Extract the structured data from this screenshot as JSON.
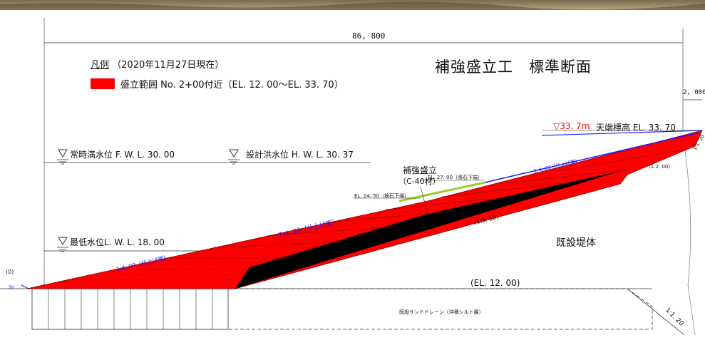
{
  "title": "補強盛立工　標準断面",
  "legend": {
    "heading": "凡例",
    "date": "（2020年11月27日現在）",
    "item_label": "盛立範囲 No. 2+00付近（EL. 12. 00～EL. 33. 70）",
    "item_color": "#ff0000"
  },
  "dimensions": {
    "overall_width": "86, 800",
    "top_width": "2, 000"
  },
  "water_levels": {
    "normal": "常時満水位 F. W. L. 30. 00",
    "design_flood": "設計洪水位 H. W. L. 30. 37",
    "minimum": "最低水位L. W. L. 18. 00"
  },
  "crest": {
    "marker": "▽33. 7m",
    "label": "天端標高 EL. 33. 70",
    "marker_color": "#ff0000"
  },
  "reinforced_fill": {
    "label": "補強盛立",
    "material": "（C-40材）"
  },
  "existing_embankment": "既設堤体",
  "base_elevation": "(EL. 12. 00)",
  "sand_drain": "既設サンドドレーン（沖積シルト層）",
  "slopes": {
    "upstream_finish_upper": "1:4. 00（仕上げ面）",
    "upstream_finish_mid": "1:4. 00（仕上げ面）",
    "upstream_finish_lower": "1:4. 00（仕上げ面）",
    "inner_slope": "(1:3. 50)",
    "top_slope": "(1:2. 00)",
    "right_slope": "1:1. 20",
    "drain_slope": "1:1. 20"
  },
  "elevation_marks": {
    "el_27": "EL. 27. 00（張石下端）",
    "el_2450": "EL. 24. 50（捨石下端）"
  },
  "edge_labels": {
    "left_a": "(0)",
    "left_b": "3H"
  },
  "colors": {
    "fill_red": "#ff0000",
    "accent_blue": "#1a1aff",
    "riprap_green": "#9acd32",
    "line": "#333333"
  }
}
